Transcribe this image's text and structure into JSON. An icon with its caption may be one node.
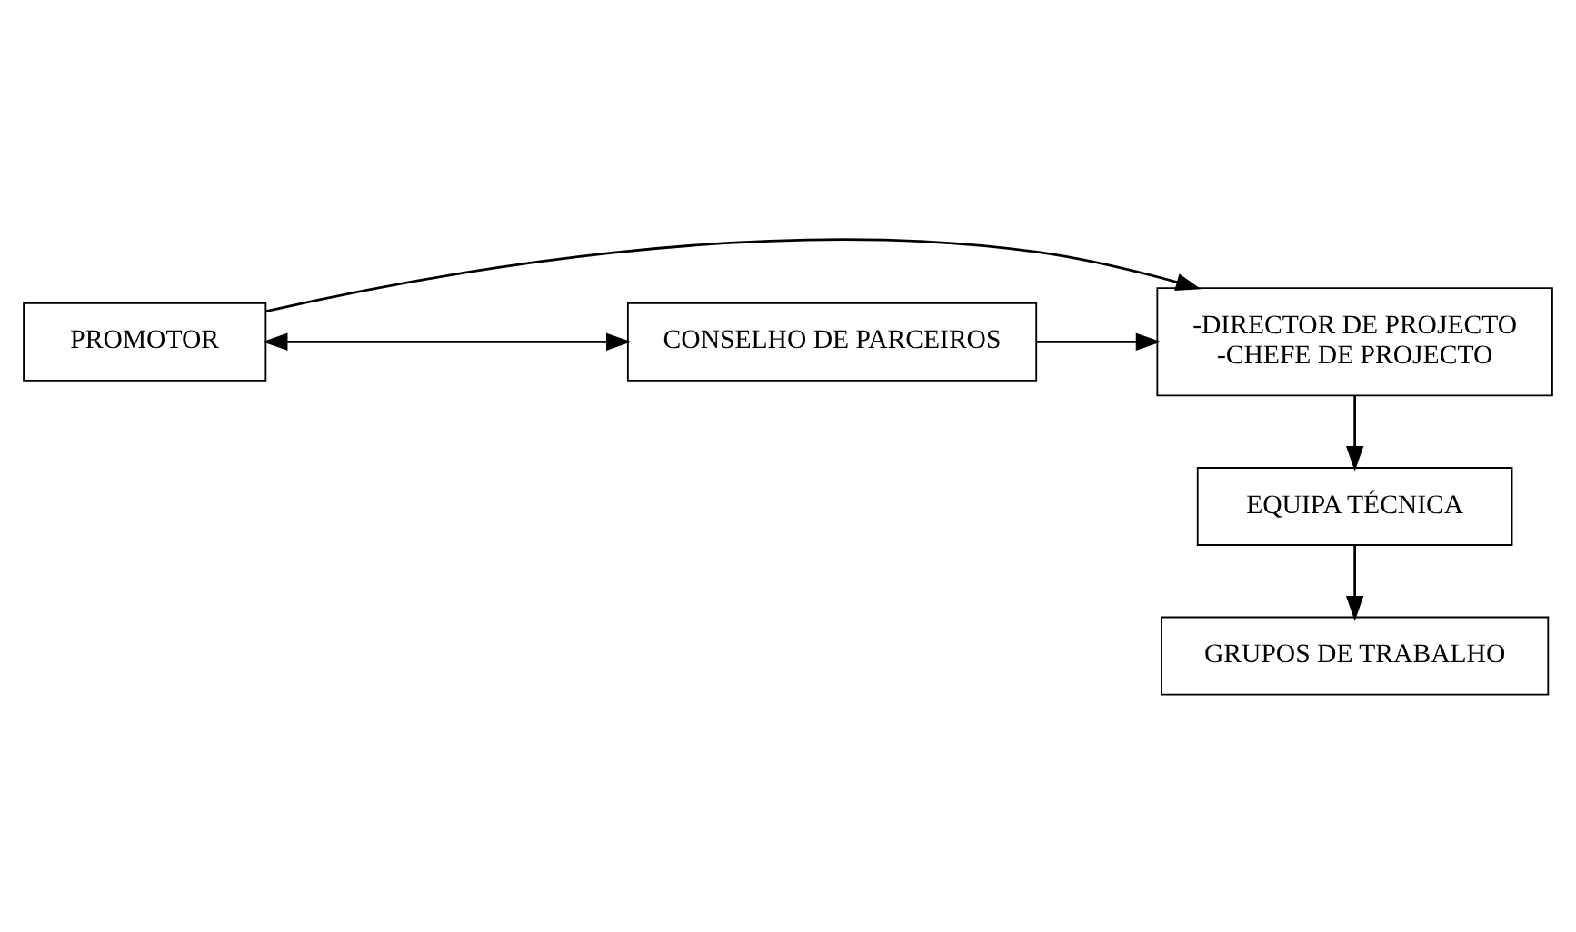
{
  "diagram": {
    "nodes": [
      {
        "text": [
          "PROMOTOR"
        ]
      },
      {
        "text": [
          "CONSELHO DE PARCEIROS"
        ]
      },
      {
        "text": [
          "-DIRECTOR DE PROJECTO",
          "-CHEFE DE PROJECTO"
        ]
      },
      {
        "text": [
          "EQUIPA TÉCNICA"
        ]
      },
      {
        "text": [
          "GRUPOS DE TRABALHO"
        ]
      }
    ],
    "edges": [
      {
        "from": 0,
        "to": 1,
        "arrow": "both"
      },
      {
        "from": 0,
        "to": 2,
        "arrow": "to"
      },
      {
        "from": 1,
        "to": 2,
        "arrow": "to"
      },
      {
        "from": 2,
        "to": 3,
        "arrow": "to"
      },
      {
        "from": 3,
        "to": 4,
        "arrow": "to"
      }
    ]
  }
}
